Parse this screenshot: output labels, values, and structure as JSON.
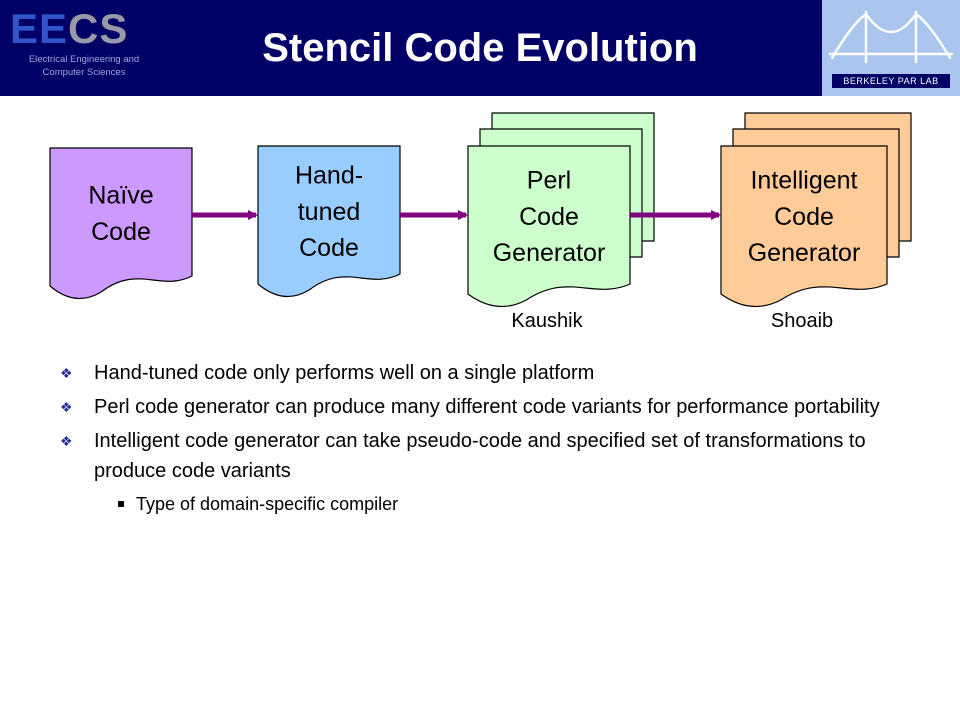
{
  "header": {
    "logo_left": "EECS",
    "logo_sub_line1": "Electrical Engineering and",
    "logo_sub_line2": "Computer Sciences",
    "title": "Stencil Code Evolution",
    "logo_right": "BERKELEY PAR LAB"
  },
  "diagram": {
    "nodes": [
      {
        "label": [
          "Naïve",
          "Code"
        ],
        "color": "#cc99ff",
        "stacked": false,
        "author": ""
      },
      {
        "label": [
          "Hand-",
          "tuned",
          "Code"
        ],
        "color": "#99ccff",
        "stacked": false,
        "author": ""
      },
      {
        "label": [
          "Perl",
          "Code",
          "Generator"
        ],
        "color": "#ccffcc",
        "stacked": true,
        "author": "Kaushik"
      },
      {
        "label": [
          "Intelligent",
          "Code",
          "Generator"
        ],
        "color": "#ffcc99",
        "stacked": true,
        "author": "Shoaib"
      }
    ],
    "arrow_color": "#800080"
  },
  "bullets": [
    {
      "level": 1,
      "text": "Hand-tuned code only performs well on a single platform"
    },
    {
      "level": 1,
      "text": "Perl code generator can produce many different code variants for performance portability"
    },
    {
      "level": 1,
      "text": "Intelligent code generator can take pseudo-code and specified set of transformations to produce code variants"
    },
    {
      "level": 2,
      "text": "Type of domain-specific compiler"
    }
  ]
}
